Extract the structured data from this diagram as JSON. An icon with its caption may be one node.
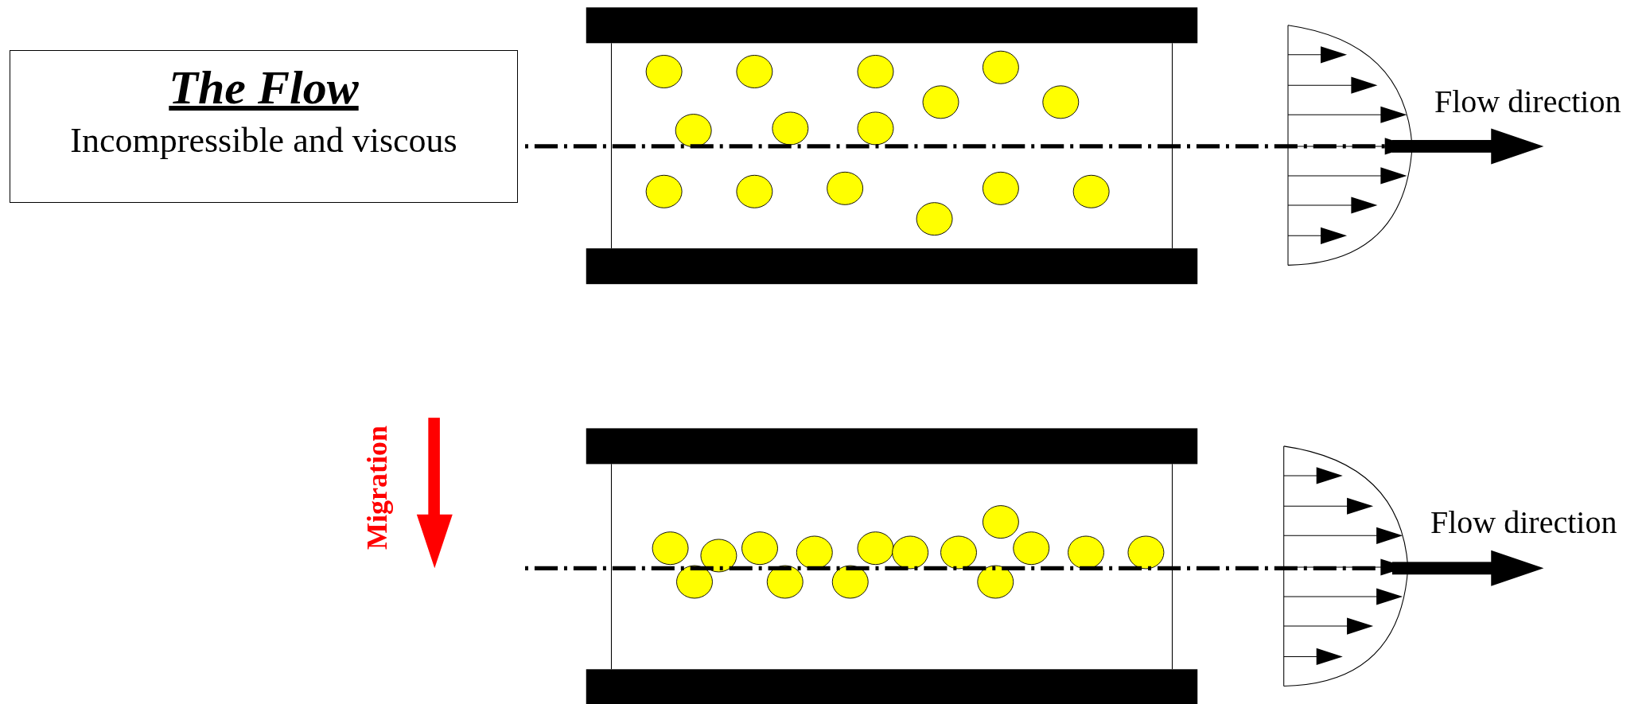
{
  "diagram": {
    "nodes": [
      {
        "text": [
          "The Flow",
          "Incompressible and viscous"
        ]
      }
    ],
    "labels": [
      "Flow direction",
      "Migration",
      "Flow direction"
    ]
  }
}
